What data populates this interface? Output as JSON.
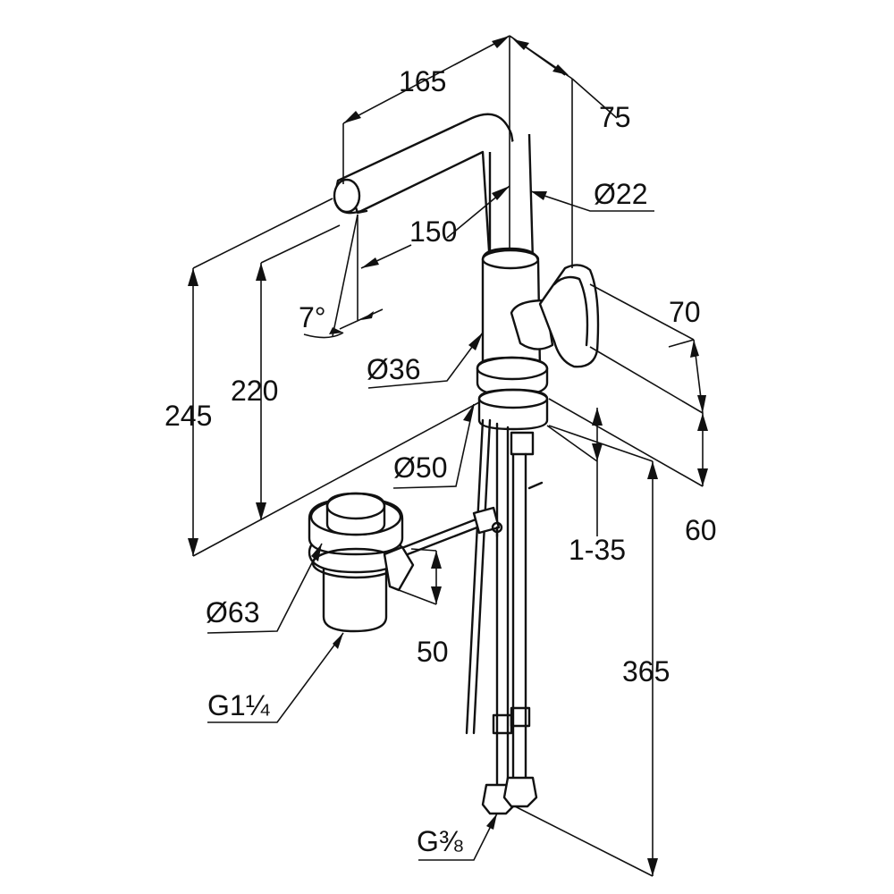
{
  "dimensions": {
    "spout_reach": "165",
    "spout_offset": "75",
    "spout_diameter": "Ø22",
    "spout_height_upper": "150",
    "spray_angle": "7°",
    "body_diameter": "Ø36",
    "height_total": "245",
    "height_outlet": "220",
    "lever_length": "70",
    "base_diameter": "Ø50",
    "deck_thickness": "1-35",
    "base_height": "60",
    "waste_diameter": "Ø63",
    "waste_offset": "50",
    "hose_length": "365",
    "waste_thread": "G1¼",
    "hose_thread": "G⅜"
  }
}
